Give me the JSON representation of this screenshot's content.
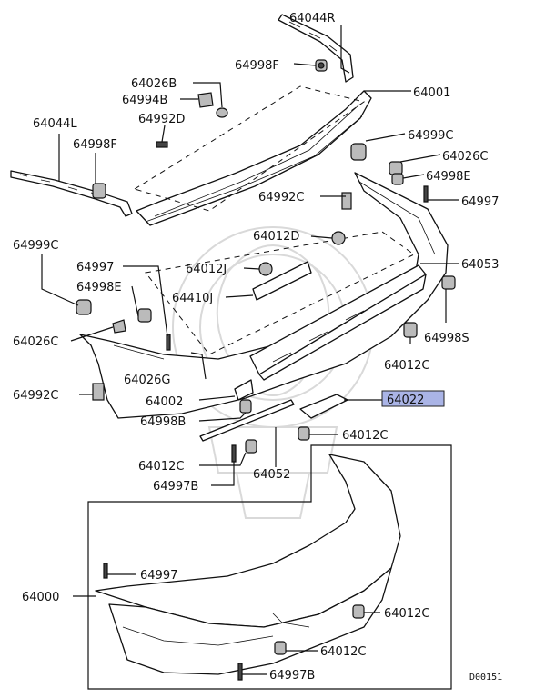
{
  "diagram": {
    "labels": {
      "p64044R": "64044R",
      "p64998F_top": "64998F",
      "p64026B": "64026B",
      "p64001": "64001",
      "p64994B": "64994B",
      "p64044L": "64044L",
      "p64992D": "64992D",
      "p64998F_left": "64998F",
      "p64999C_right": "64999C",
      "p64026C_right": "64026C",
      "p64998E_right": "64998E",
      "p64992C_mid": "64992C",
      "p64997_right": "64997",
      "p64999C_left": "64999C",
      "p64012D": "64012D",
      "p64053": "64053",
      "p64997_left": "64997",
      "p64012J": "64012J",
      "p64998E_left": "64998E",
      "p64410J": "64410J",
      "p64026C_left": "64026C",
      "p64998S": "64998S",
      "p64026G": "64026G",
      "p64012C_right": "64012C",
      "p64992C_left": "64992C",
      "p64002": "64002",
      "p64022": "64022",
      "p64998B": "64998B",
      "p64012C_mid": "64012C",
      "p64012C_low": "64012C",
      "p64052": "64052",
      "p64997B_top": "64997B",
      "p64997_box": "64997",
      "p64000": "64000",
      "p64012C_box1": "64012C",
      "p64012C_box2": "64012C",
      "p64997B_box": "64997B",
      "code": "D00151"
    },
    "highlight_color": "#aab4e6"
  }
}
